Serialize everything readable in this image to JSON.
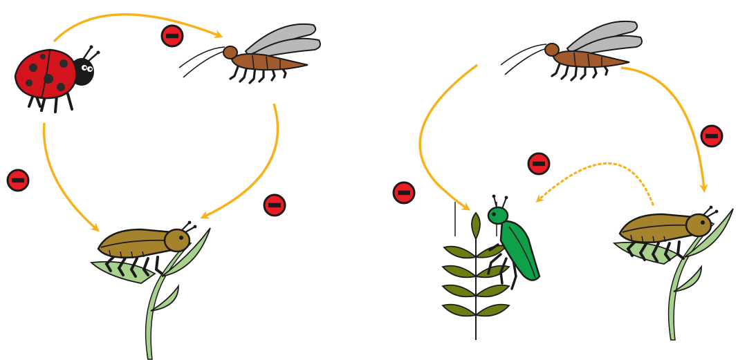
{
  "colors": {
    "arrow": "#f7b21b",
    "inhibit_fill": "#ea1c24",
    "inhibit_stroke": "#1a1a1a",
    "ladybug_red": "#d4141c",
    "ladybug_spot": "#2a2a2a",
    "brown_beetle": "#a5822c",
    "wasp_body": "#a05a2c",
    "wasp_wing": "#b9b9b9",
    "green_insect": "#0fa14a",
    "leaf_green": "#a9d18e",
    "wheat_green": "#6b7d12",
    "outline": "#1a1a1a"
  },
  "panels": [
    {
      "id": "left",
      "organisms": [
        {
          "name": "ladybug",
          "icon": "ladybug-icon"
        },
        {
          "name": "parasitoid-wasp",
          "icon": "wasp-icon"
        },
        {
          "name": "brown-beetle-on-plant",
          "icon": "brown-beetle-icon"
        },
        {
          "name": "plant",
          "icon": "plant-icon"
        }
      ],
      "interactions": [
        {
          "from": "ladybug",
          "to": "parasitoid-wasp",
          "type": "negative",
          "style": "solid"
        },
        {
          "from": "ladybug",
          "to": "brown-beetle-on-plant",
          "type": "negative",
          "style": "solid"
        },
        {
          "from": "parasitoid-wasp",
          "to": "brown-beetle-on-plant",
          "type": "negative",
          "style": "solid"
        }
      ]
    },
    {
      "id": "right",
      "organisms": [
        {
          "name": "parasitoid-wasp",
          "icon": "wasp-icon"
        },
        {
          "name": "green-insect-on-wheat",
          "icon": "green-insect-icon"
        },
        {
          "name": "wheat",
          "icon": "wheat-icon"
        },
        {
          "name": "brown-beetle-on-plant",
          "icon": "brown-beetle-icon"
        },
        {
          "name": "plant",
          "icon": "plant-icon"
        }
      ],
      "interactions": [
        {
          "from": "parasitoid-wasp",
          "to": "green-insect-on-wheat",
          "type": "negative",
          "style": "solid"
        },
        {
          "from": "parasitoid-wasp",
          "to": "brown-beetle-on-plant",
          "type": "negative",
          "style": "solid"
        },
        {
          "from": "brown-beetle-on-plant",
          "to": "green-insect-on-wheat",
          "type": "negative",
          "style": "dotted"
        }
      ]
    }
  ]
}
